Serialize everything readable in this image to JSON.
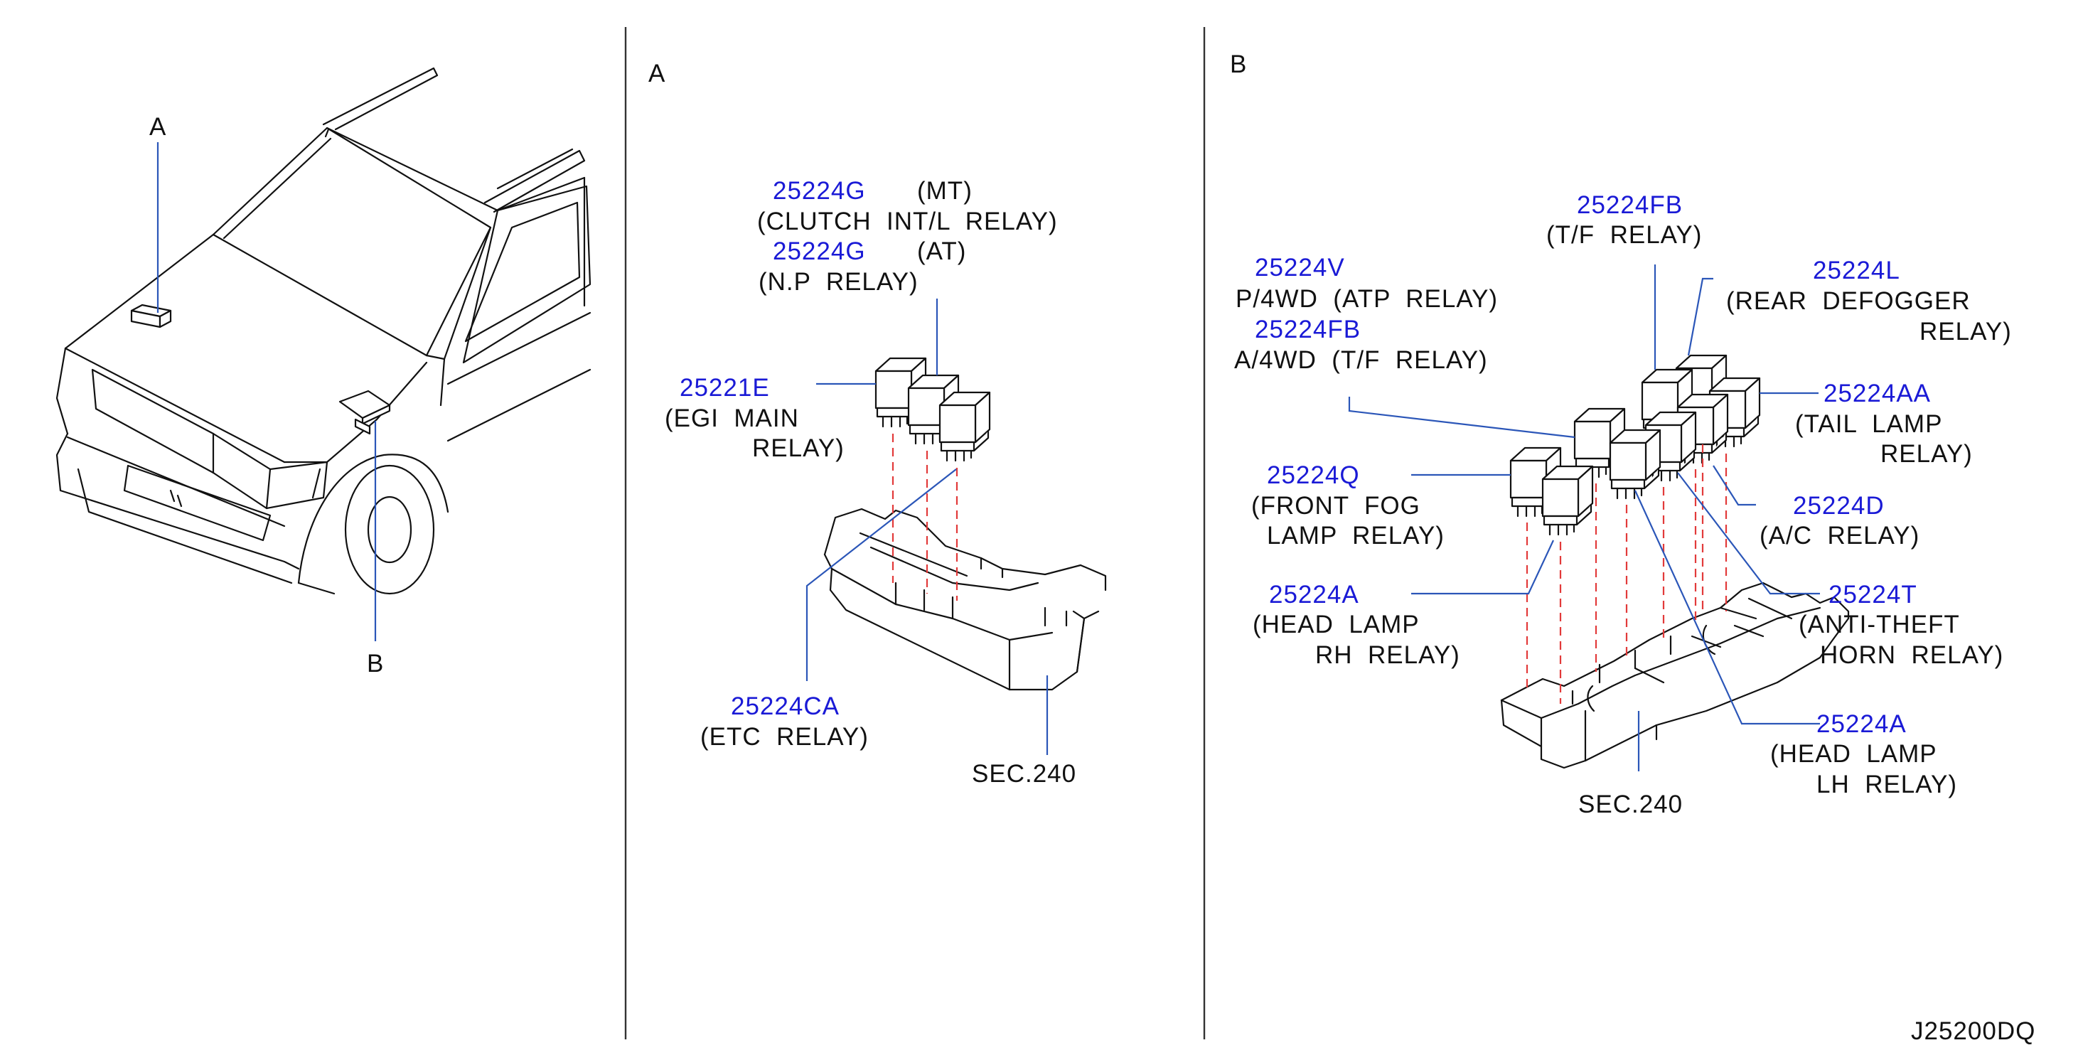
{
  "sections": {
    "a_label": "A",
    "b_label": "B"
  },
  "vehicle": {
    "marker_a": "A",
    "marker_b": "B"
  },
  "panel_a": {
    "relay_mt": {
      "part": "25224G",
      "note": "(MT)",
      "desc": "(CLUTCH  INT/L  RELAY)"
    },
    "relay_at": {
      "part": "25224G",
      "note": "(AT)",
      "desc": "(N.P  RELAY)"
    },
    "relay_egi": {
      "part": "25221E",
      "desc_1": "(EGI  MAIN",
      "desc_2": "RELAY)"
    },
    "relay_etc": {
      "part": "25224CA",
      "desc": "(ETC  RELAY)"
    },
    "sec_ref": "SEC.240"
  },
  "panel_b": {
    "tf_top": {
      "part": "25224FB",
      "desc": "(T/F  RELAY)"
    },
    "atp": {
      "part": "25224V",
      "desc": "P/4WD  (ATP  RELAY)"
    },
    "tf_4wd": {
      "part": "25224FB",
      "desc": "A/4WD  (T/F  RELAY)"
    },
    "rear_defogger": {
      "part": "25224L",
      "desc_1": "(REAR  DEFOGGER",
      "desc_2": "RELAY)"
    },
    "tail_lamp": {
      "part": "25224AA",
      "desc_1": "(TAIL  LAMP",
      "desc_2": "RELAY)"
    },
    "front_fog": {
      "part": "25224Q",
      "desc_1": "(FRONT  FOG",
      "desc_2": "LAMP  RELAY)"
    },
    "ac": {
      "part": "25224D",
      "desc": "(A/C  RELAY)"
    },
    "head_rh": {
      "part": "25224A",
      "desc_1": "(HEAD  LAMP",
      "desc_2": "RH  RELAY)"
    },
    "anti_theft": {
      "part": "25224T",
      "desc_1": "(ANTI-THEFT",
      "desc_2": "HORN  RELAY)"
    },
    "head_lh": {
      "part": "25224A",
      "desc_1": "(HEAD  LAMP",
      "desc_2": "LH  RELAY)"
    },
    "sec_ref": "SEC.240"
  },
  "drawing_code": "J25200DQ",
  "colors": {
    "part_number": "#1a1ad6",
    "leader": "#2b56b8",
    "dashed": "#e23a3a",
    "line": "#111111"
  }
}
